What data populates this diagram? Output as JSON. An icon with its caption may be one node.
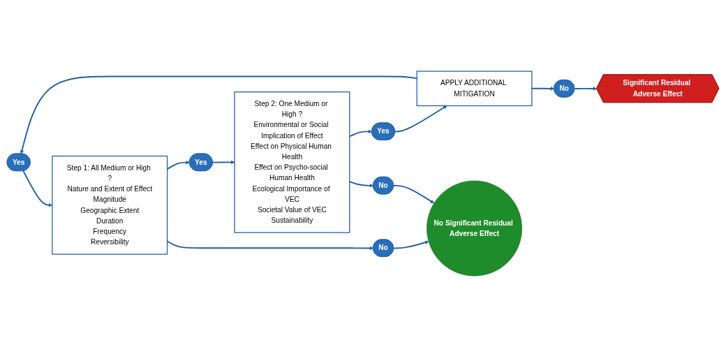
{
  "diagram": {
    "nodes": [
      {
        "text": [
          "Yes"
        ]
      },
      {
        "text": [
          "Step 1: All Medium or High ?",
          "Nature and Extent of Effect",
          "Magnitude",
          "Geographic Extent",
          "Duration",
          "Frequency",
          "Reversibility"
        ]
      },
      {
        "text": [
          "Yes"
        ]
      },
      {
        "text": [
          "Step 2: One Medium or High ?",
          "Environmental or Social Implication of Effect",
          "Effect on Physical Human Health",
          "Effect on Psycho-social Human Health",
          "Ecological Importance of VEC",
          "Societal Value of VEC",
          "Sustainability"
        ]
      },
      {
        "text": [
          "Yes"
        ]
      },
      {
        "text": [
          "APPLY ADDITIONAL MITIGATION"
        ]
      },
      {
        "text": [
          "No"
        ]
      },
      {
        "text": [
          "Significant Residual Adverse Effect"
        ]
      },
      {
        "text": [
          "No"
        ]
      },
      {
        "text": [
          "No"
        ]
      },
      {
        "text": [
          "No Significant Residual Adverse Effect"
        ]
      }
    ],
    "edges": [
      {
        "from": 1,
        "to": 2,
        "arrow": "to"
      },
      {
        "from": 2,
        "to": 3,
        "arrow": "to"
      },
      {
        "from": 3,
        "to": 4,
        "arrow": "to"
      },
      {
        "from": 4,
        "to": 5,
        "arrow": "to"
      },
      {
        "from": 5,
        "to": 6,
        "arrow": "to"
      },
      {
        "from": 6,
        "to": 7,
        "arrow": "to"
      },
      {
        "from": 5,
        "to": 0,
        "arrow": "to"
      },
      {
        "from": 0,
        "to": 1,
        "arrow": "to"
      },
      {
        "from": 1,
        "to": 8,
        "arrow": "to"
      },
      {
        "from": 8,
        "to": 10,
        "arrow": "to"
      },
      {
        "from": 3,
        "to": 9,
        "arrow": "to"
      },
      {
        "from": 9,
        "to": 10,
        "arrow": "to"
      }
    ]
  }
}
